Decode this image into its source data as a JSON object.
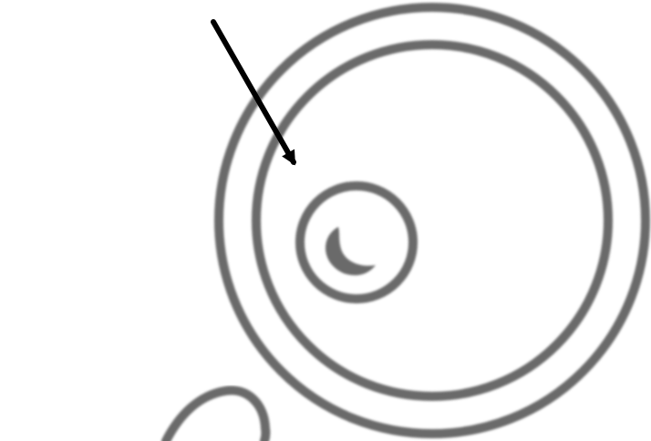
{
  "canvas": {
    "background": "#ffffff",
    "stroke_color": "#6a6a6a",
    "arrow_color": "#000000"
  },
  "elements": {
    "outer_ring": "outer-double-ring",
    "inner_ring": "inner-small-ring",
    "crescent": "crescent-mark",
    "arrow": "pointer-arrow",
    "partial_loop": "partial-loop-shape"
  }
}
